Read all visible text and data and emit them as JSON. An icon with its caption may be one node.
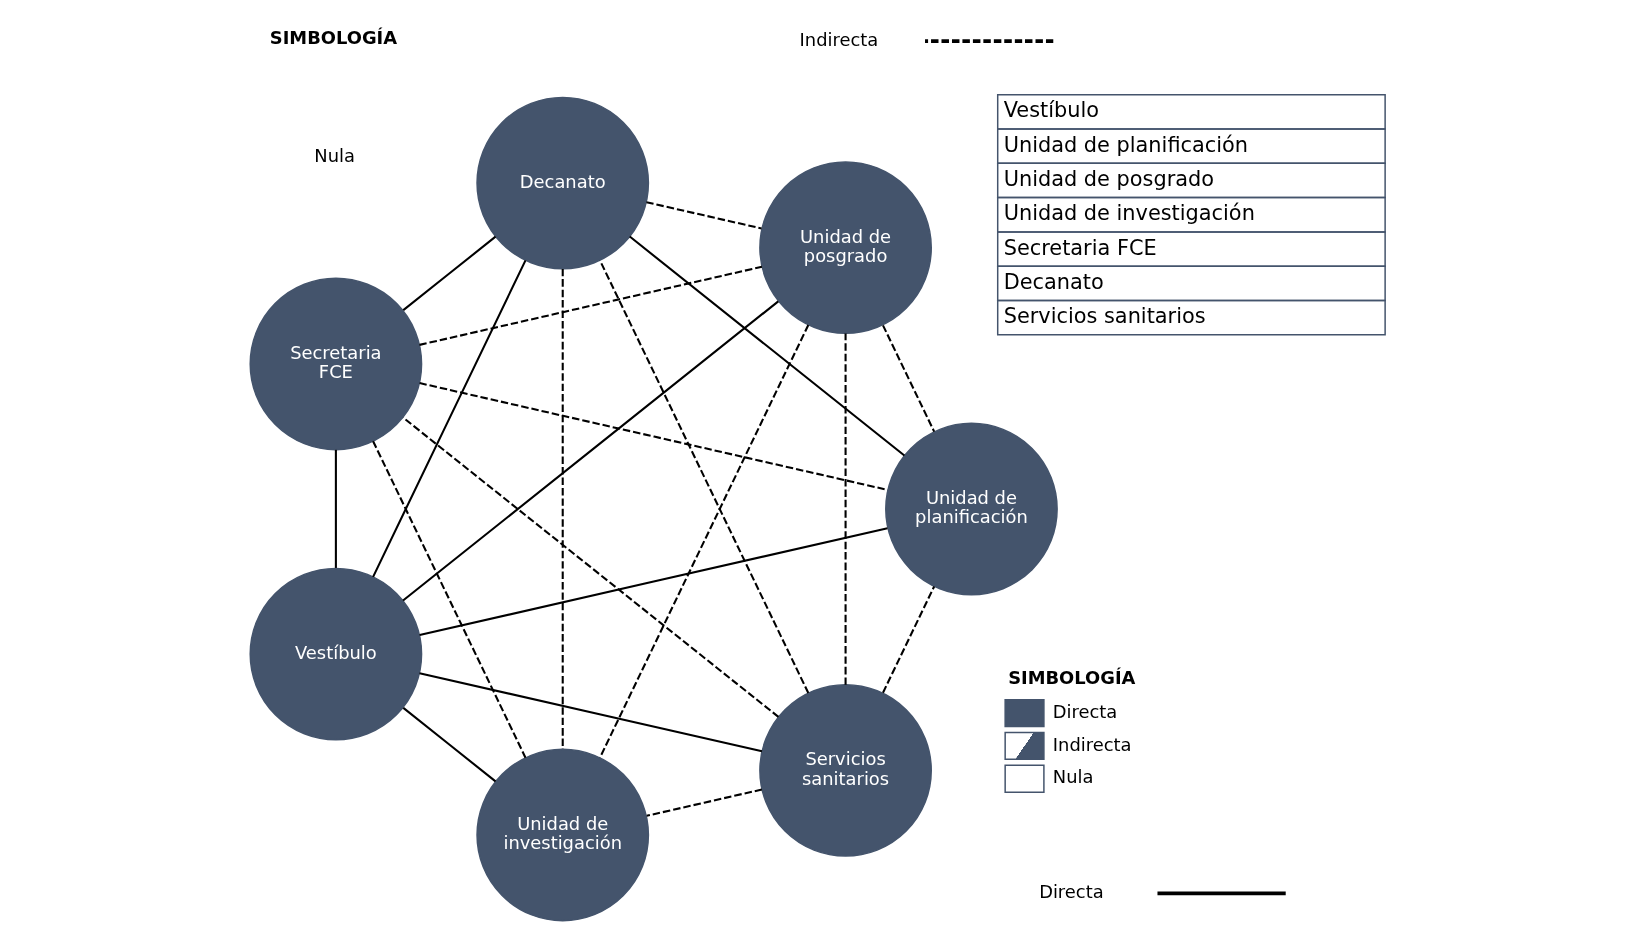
{
  "diagram": {
    "nodes": [
      {
        "text": [
          "Servicios sanitarios"
        ]
      },
      {
        "text": [
          "Secretaria FCE"
        ]
      },
      {
        "text": [
          "Decanato"
        ]
      },
      {
        "text": [
          "Unidad de planificación"
        ]
      },
      {
        "text": [
          "Unidad de investigación"
        ]
      },
      {
        "text": [
          "Unidad de posgrado"
        ]
      },
      {
        "text": [
          "Vestíbulo"
        ]
      }
    ],
    "edges": [
      {
        "from": 0,
        "to": 6,
        "arrow": "none"
      },
      {
        "from": 1,
        "to": 6,
        "arrow": "none"
      },
      {
        "from": 1,
        "to": 2,
        "arrow": "none"
      },
      {
        "from": 6,
        "to": 2,
        "arrow": "none"
      },
      {
        "from": 6,
        "to": 5,
        "arrow": "none"
      },
      {
        "from": 6,
        "to": 3,
        "arrow": "none"
      },
      {
        "from": 6,
        "to": 4,
        "arrow": "none"
      },
      {
        "from": 2,
        "to": 3,
        "arrow": "none"
      },
      {
        "from": 0,
        "to": 1,
        "arrow": "none",
        "style": "dashed"
      },
      {
        "from": 0,
        "to": 2,
        "arrow": "none",
        "style": "dashed"
      },
      {
        "from": 0,
        "to": 5,
        "arrow": "none",
        "style": "dashed"
      },
      {
        "from": 0,
        "to": 4,
        "arrow": "none",
        "style": "dashed"
      },
      {
        "from": 0,
        "to": 3,
        "arrow": "none",
        "style": "dashed"
      },
      {
        "from": 1,
        "to": 5,
        "arrow": "none",
        "style": "dashed"
      },
      {
        "from": 1,
        "to": 4,
        "arrow": "none",
        "style": "dashed"
      },
      {
        "from": 1,
        "to": 3,
        "arrow": "none",
        "style": "dashed"
      },
      {
        "from": 2,
        "to": 5,
        "arrow": "none",
        "style": "dashed"
      },
      {
        "from": 2,
        "to": 4,
        "arrow": "none",
        "style": "dashed"
      },
      {
        "from": 5,
        "to": 3,
        "arrow": "none",
        "style": "dashed"
      },
      {
        "from": 5,
        "to": 4,
        "arrow": "none",
        "style": "dashed"
      }
    ],
    "labels": [
      "Vestíbulo",
      "Unidad de planificación",
      "Unidad de posgrado",
      "Unidad de investigación",
      "Secretaria FCE",
      "Decanato",
      "Servicios sanitarios",
      "SIMBOLOGÍA",
      "SIMBOLOGÍA"
    ],
    "legend": [
      {
        "text": "Directa",
        "color": "#44546c"
      },
      {
        "text": "Indirecta"
      },
      {
        "text": "Nula",
        "color": "#ffffff"
      },
      {
        "text": "Directa"
      },
      {
        "text": "Indirecta"
      },
      {
        "text": "Nula"
      }
    ]
  }
}
